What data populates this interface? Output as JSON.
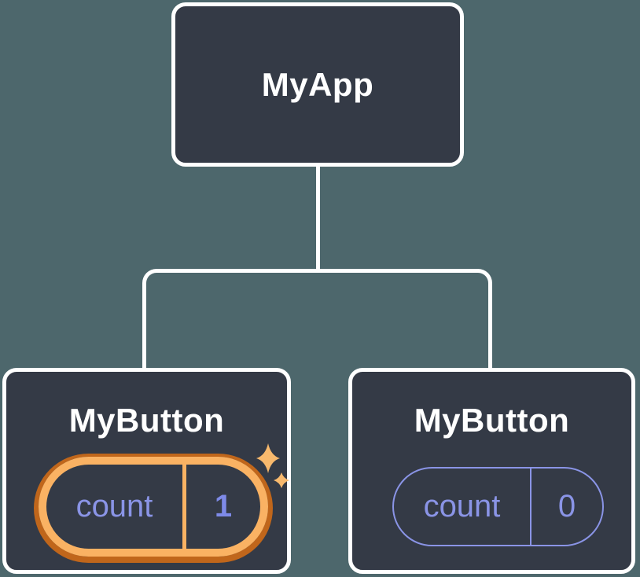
{
  "colors": {
    "background": "#4D676C",
    "node-fill": "#343A46",
    "node-border": "#FFFFFF",
    "connector": "#FFFFFF",
    "state-accent": "#8A94E6",
    "state-value": "#7E8AE8",
    "highlight-ring": "#FAB263",
    "highlight-ring-shadow": "#C0661B",
    "sparkle": "#F8B96D"
  },
  "tree": {
    "root": {
      "label": "MyApp"
    },
    "children": [
      {
        "label": "MyButton",
        "state": {
          "key": "count",
          "value": "1"
        },
        "highlighted": true
      },
      {
        "label": "MyButton",
        "state": {
          "key": "count",
          "value": "0"
        },
        "highlighted": false
      }
    ]
  }
}
